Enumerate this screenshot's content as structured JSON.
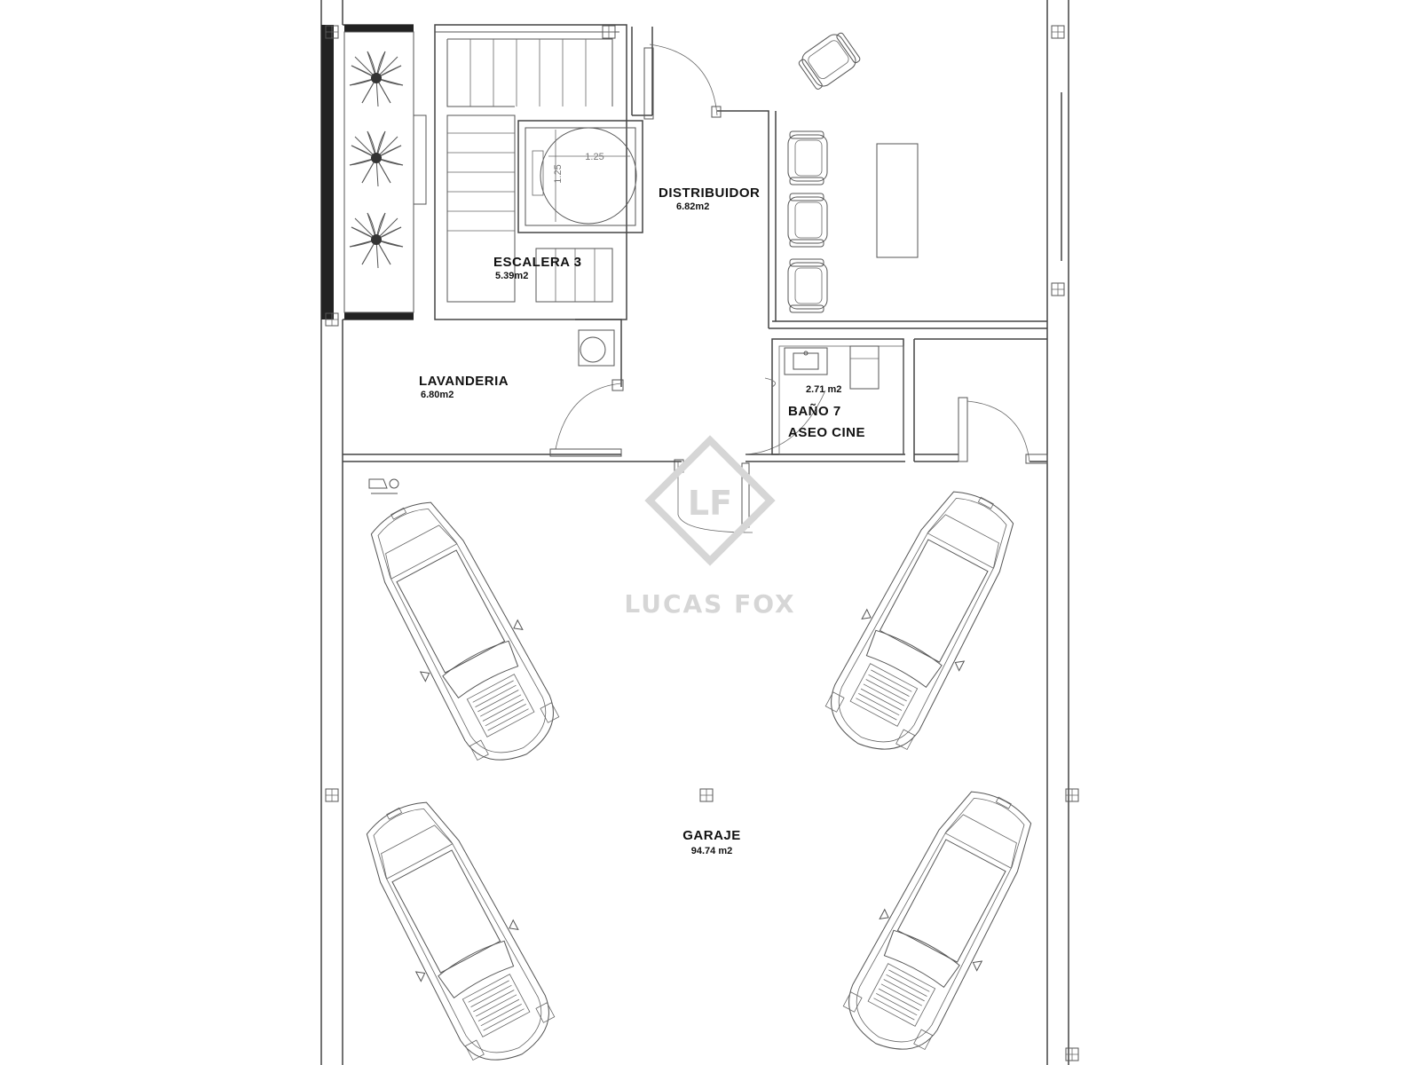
{
  "rooms": {
    "distribuidor": {
      "name": "DISTRIBUIDOR",
      "area": "6.82m2"
    },
    "escalera": {
      "name": "ESCALERA 3",
      "area": "5.39m2"
    },
    "lavanderia": {
      "name": "LAVANDERIA",
      "area": "6.80m2"
    },
    "bano": {
      "name_line1": "BAÑO 7",
      "name_line2": "ASEO CINE",
      "area": "2.71 m2"
    },
    "garaje": {
      "name": "GARAJE",
      "area": "94.74 m2"
    }
  },
  "elevator": {
    "dim_horizontal": "1.25",
    "dim_vertical": "1.25"
  },
  "watermark": {
    "brand": "LUCAS FOX",
    "monogram": "LF"
  },
  "icons": {
    "palm": "palm-plant-icon",
    "car": "car-top-view-icon",
    "chair": "armchair-icon",
    "column": "column-icon",
    "light": "wall-light-icon"
  },
  "colors": {
    "line": "#444444",
    "background": "#ffffff",
    "watermark": "#d6d6d6"
  },
  "parking_spaces": 4,
  "armchairs": 4
}
